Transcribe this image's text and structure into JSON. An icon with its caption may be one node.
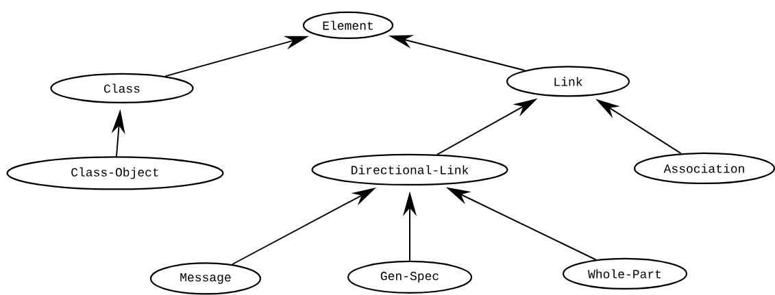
{
  "diagram": {
    "nodes": [
      {
        "text": [
          "Element"
        ]
      },
      {
        "text": [
          "Class"
        ]
      },
      {
        "text": [
          "Link"
        ]
      },
      {
        "text": [
          "Class-Object"
        ]
      },
      {
        "text": [
          "Directional-Link"
        ]
      },
      {
        "text": [
          "Association"
        ]
      },
      {
        "text": [
          "Message"
        ]
      },
      {
        "text": [
          "Gen-Spec"
        ]
      },
      {
        "text": [
          "Whole-Part"
        ]
      }
    ],
    "edges": [
      {
        "from": 1,
        "to": 0,
        "arrow": "to"
      },
      {
        "from": 2,
        "to": 0,
        "arrow": "to"
      },
      {
        "from": 3,
        "to": 1,
        "arrow": "to"
      },
      {
        "from": 4,
        "to": 2,
        "arrow": "to"
      },
      {
        "from": 5,
        "to": 2,
        "arrow": "to"
      },
      {
        "from": 6,
        "to": 4,
        "arrow": "to"
      },
      {
        "from": 7,
        "to": 4,
        "arrow": "to"
      },
      {
        "from": 8,
        "to": 4,
        "arrow": "to"
      }
    ]
  }
}
